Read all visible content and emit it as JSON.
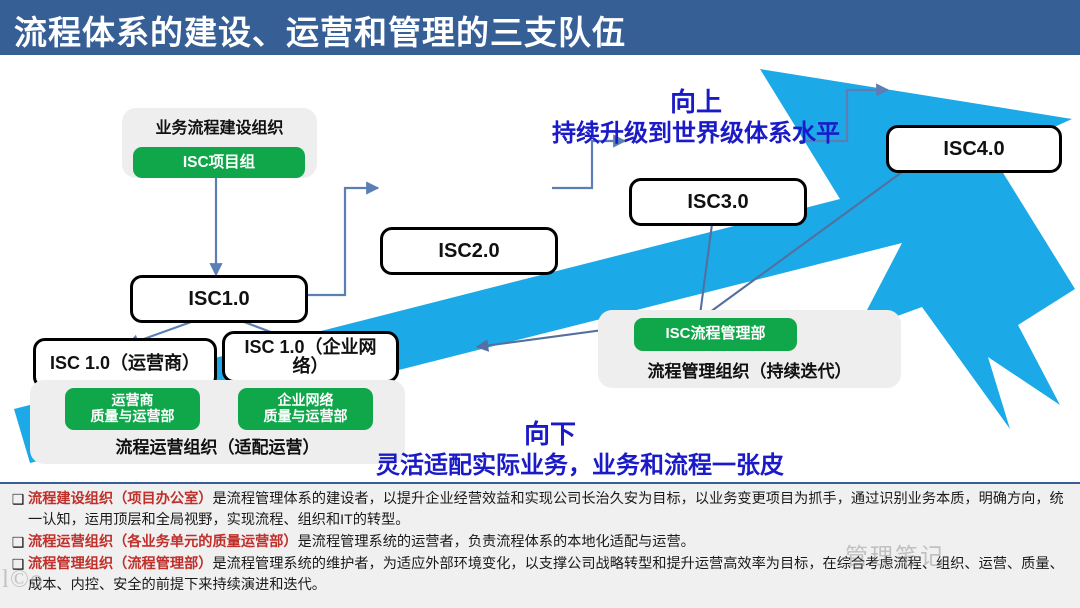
{
  "header": {
    "title": "流程体系的建设、运营和管理的三支队伍",
    "bar_color": "#365f96"
  },
  "colors": {
    "accent_blue": "#365f96",
    "arrow_cyan": "#1ca9e8",
    "green": "#10a64a",
    "callout_blue": "#1a1ac8",
    "highlight_red": "#c0302b",
    "panel_grey": "#eeeeee"
  },
  "diagram": {
    "panels": [
      {
        "id": "build-org",
        "label": "业务流程建设组织",
        "green_box": "ISC项目组"
      },
      {
        "id": "ops-org",
        "label": "流程运营组织（适配运营）",
        "green_boxes": [
          "运营商\n质量与运营部",
          "企业网络\n质量与运营部"
        ]
      },
      {
        "id": "mgmt-org",
        "label": "流程管理组织（持续迭代）",
        "green_box": "ISC流程管理部"
      }
    ],
    "nodes": [
      {
        "id": "isc1",
        "label": "ISC1.0"
      },
      {
        "id": "isc1-carrier",
        "label": "ISC 1.0（运营商）"
      },
      {
        "id": "isc1-enterprise",
        "label": "ISC 1.0（企业网络）"
      },
      {
        "id": "isc2",
        "label": "ISC2.0"
      },
      {
        "id": "isc3",
        "label": "ISC3.0"
      },
      {
        "id": "isc4",
        "label": "ISC4.0"
      }
    ],
    "callout_up": {
      "line1": "向上",
      "line2": "持续升级到世界级体系水平"
    },
    "callout_down": {
      "line1": "向下",
      "line2": "灵活适配实际业务，业务和流程一张皮"
    }
  },
  "notes": {
    "bullet_glyph": "❑",
    "items": [
      {
        "highlight": "流程建设组织（项目办公室）",
        "text": "是流程管理体系的建设者，以提升企业经营效益和实现公司长治久安为目标，以业务变更项目为抓手，通过识别业务本质，明确方向，统一认知，运用顶层和全局视野，实现流程、组织和IT的转型。"
      },
      {
        "highlight": "流程运营组织（各业务单元的质量运营部）",
        "text": "是流程管理系统的运营者，负责流程体系的本地化适配与运营。"
      },
      {
        "highlight": "流程管理组织（流程管理部）",
        "text": "是流程管理系统的维护者，为适应外部环境变化，以支撑公司战略转型和提升运营高效率为目标，在综合考虑流程、组织、运营、质量、成本、内控、安全的前提下来持续演进和迭代。"
      }
    ]
  },
  "watermarks": {
    "left": "l©o",
    "right": "管理笔记"
  }
}
